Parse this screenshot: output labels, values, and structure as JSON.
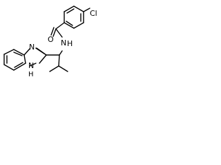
{
  "molecule": {
    "labels": {
      "oxygen": "O",
      "amide_nitrogen": "N",
      "amide_hydrogen": "H",
      "chlorine": "Cl",
      "ring_nitrogen": "N",
      "ring_nh_nitrogen": "N",
      "ring_nh_hydrogen": "H"
    },
    "colors": {
      "bond": "#000000",
      "text": "#000000",
      "background": "#ffffff"
    }
  }
}
